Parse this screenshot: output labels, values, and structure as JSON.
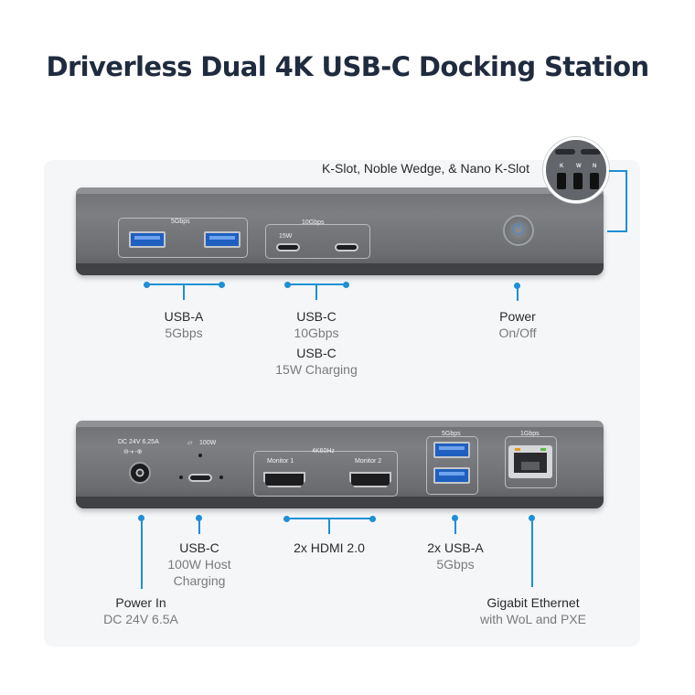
{
  "title": "Driverless Dual 4K USB-C Docking Station",
  "colors": {
    "accent": "#1e8fd6",
    "title": "#1f2b3e",
    "usb_blue": "#1f5fbf"
  },
  "front": {
    "group_5gbps": "5Gbps",
    "group_10gbps": "10Gbps",
    "port_15w": "15W",
    "callouts": {
      "usba": {
        "title": "USB-A",
        "sub": "5Gbps"
      },
      "usbc": {
        "title": "USB-C",
        "sub": "10Gbps",
        "title2": "USB-C",
        "sub2": "15W Charging"
      },
      "power": {
        "title": "Power",
        "sub": "On/Off"
      }
    }
  },
  "kslot": {
    "label": "K-Slot, Noble Wedge, & Nano K-Slot",
    "letters": [
      "K",
      "W",
      "N"
    ]
  },
  "rear": {
    "dc_rating": "DC 24V 6.25A",
    "dc_polarity": "⊖-◐-⊕",
    "host_watts": "100W",
    "hdmi_group": "4K60Hz",
    "monitor1": "Monitor 1",
    "monitor2": "Monitor 2",
    "usba_group": "5Gbps",
    "eth_group": "1Gbps",
    "callouts": {
      "power_in": {
        "title": "Power In",
        "sub": "DC 24V 6.5A"
      },
      "usbc": {
        "title": "USB-C",
        "sub1": "100W Host",
        "sub2": "Charging"
      },
      "hdmi": {
        "title": "2x HDMI 2.0"
      },
      "usba": {
        "title": "2x USB-A",
        "sub": "5Gbps"
      },
      "ethernet": {
        "title": "Gigabit Ethernet",
        "sub": "with WoL and PXE"
      }
    }
  }
}
